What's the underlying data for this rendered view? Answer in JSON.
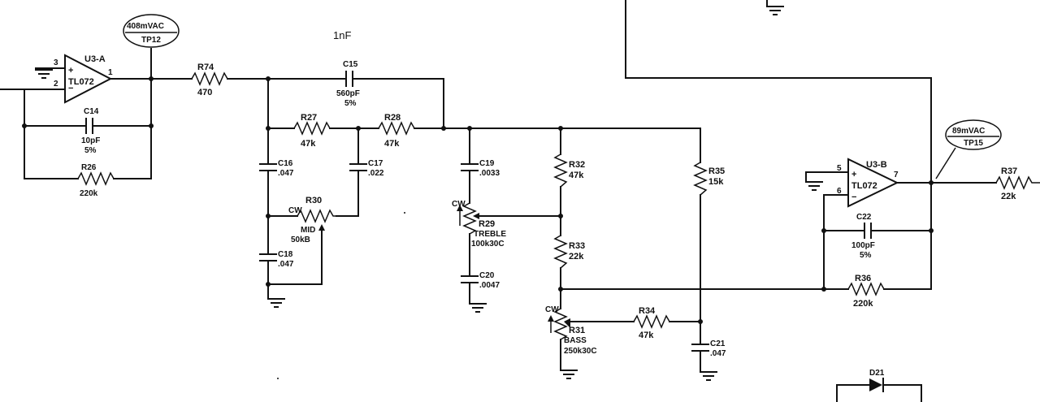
{
  "opamps": {
    "u3a": {
      "ref": "U3-A",
      "part": "TL072",
      "pin_noninv": "3",
      "pin_inv": "2",
      "pin_out": "1",
      "plus": "+",
      "minus": "−"
    },
    "u3b": {
      "ref": "U3-B",
      "part": "TL072",
      "pin_noninv": "5",
      "pin_inv": "6",
      "pin_out": "7",
      "plus": "+",
      "minus": "−"
    }
  },
  "testpoints": {
    "tp12": {
      "value": "408mVAC",
      "name": "TP12"
    },
    "tp15": {
      "value": "89mVAC",
      "name": "TP15"
    }
  },
  "note": "1nF",
  "components": {
    "c14": {
      "ref": "C14",
      "value": "10pF",
      "tol": "5%"
    },
    "r26": {
      "ref": "R26",
      "value": "220k"
    },
    "r74": {
      "ref": "R74",
      "value": "470"
    },
    "c15": {
      "ref": "C15",
      "value": "560pF",
      "tol": "5%"
    },
    "r27": {
      "ref": "R27",
      "value": "47k"
    },
    "r28": {
      "ref": "R28",
      "value": "47k"
    },
    "c16": {
      "ref": "C16",
      "value": ".047"
    },
    "c17": {
      "ref": "C17",
      "value": ".022"
    },
    "r30": {
      "ref": "R30",
      "name": "MID",
      "value": "50kB",
      "cw": "CW"
    },
    "c18": {
      "ref": "C18",
      "value": ".047"
    },
    "c19": {
      "ref": "C19",
      "value": ".0033"
    },
    "r29": {
      "ref": "R29",
      "name": "TREBLE",
      "value": "100k30C",
      "cw": "CW"
    },
    "c20": {
      "ref": "C20",
      "value": ".0047"
    },
    "r32": {
      "ref": "R32",
      "value": "47k"
    },
    "r33": {
      "ref": "R33",
      "value": "22k"
    },
    "r31": {
      "ref": "R31",
      "name": "BASS",
      "value": "250k30C",
      "cw": "CW"
    },
    "r34": {
      "ref": "R34",
      "value": "47k"
    },
    "r35": {
      "ref": "R35",
      "value": "15k"
    },
    "c21": {
      "ref": "C21",
      "value": ".047"
    },
    "c22": {
      "ref": "C22",
      "value": "100pF",
      "tol": "5%"
    },
    "r36": {
      "ref": "R36",
      "value": "220k"
    },
    "r37": {
      "ref": "R37",
      "value": "22k"
    },
    "d21": {
      "ref": "D21"
    }
  }
}
